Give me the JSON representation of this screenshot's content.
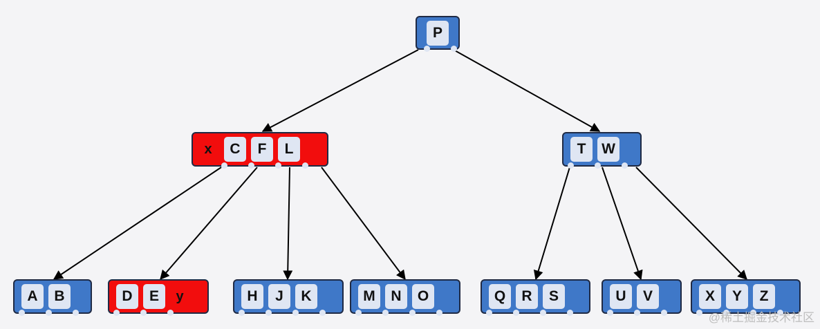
{
  "colors": {
    "background": "#f4f4f6",
    "node_fill": "#3f78c8",
    "split_fill": "#f20d0d",
    "key_fill": "#dfe6f3",
    "edge": "#000000"
  },
  "nodes": [
    {
      "id": "P",
      "keys": [
        "P"
      ],
      "color": "blue"
    },
    {
      "id": "CFL",
      "keys": [
        "C",
        "F",
        "L"
      ],
      "color": "red",
      "left_marker": "x"
    },
    {
      "id": "TW",
      "keys": [
        "T",
        "W"
      ],
      "color": "blue"
    },
    {
      "id": "AB",
      "keys": [
        "A",
        "B"
      ],
      "color": "blue"
    },
    {
      "id": "DE",
      "keys": [
        "D",
        "E"
      ],
      "color": "red",
      "right_marker": "y"
    },
    {
      "id": "HJK",
      "keys": [
        "H",
        "J",
        "K"
      ],
      "color": "blue"
    },
    {
      "id": "MNO",
      "keys": [
        "M",
        "N",
        "O"
      ],
      "color": "blue"
    },
    {
      "id": "QRS",
      "keys": [
        "Q",
        "R",
        "S"
      ],
      "color": "blue"
    },
    {
      "id": "UV",
      "keys": [
        "U",
        "V"
      ],
      "color": "blue"
    },
    {
      "id": "XYZ",
      "keys": [
        "X",
        "Y",
        "Z"
      ],
      "color": "blue"
    }
  ],
  "edges": [
    {
      "from": "P",
      "to": "CFL"
    },
    {
      "from": "P",
      "to": "TW"
    },
    {
      "from": "CFL",
      "to": "AB"
    },
    {
      "from": "CFL",
      "to": "DE"
    },
    {
      "from": "CFL",
      "to": "HJK"
    },
    {
      "from": "CFL",
      "to": "MNO"
    },
    {
      "from": "TW",
      "to": "QRS"
    },
    {
      "from": "TW",
      "to": "UV"
    },
    {
      "from": "TW",
      "to": "XYZ"
    }
  ],
  "watermark": "@稀土掘金技术社区"
}
